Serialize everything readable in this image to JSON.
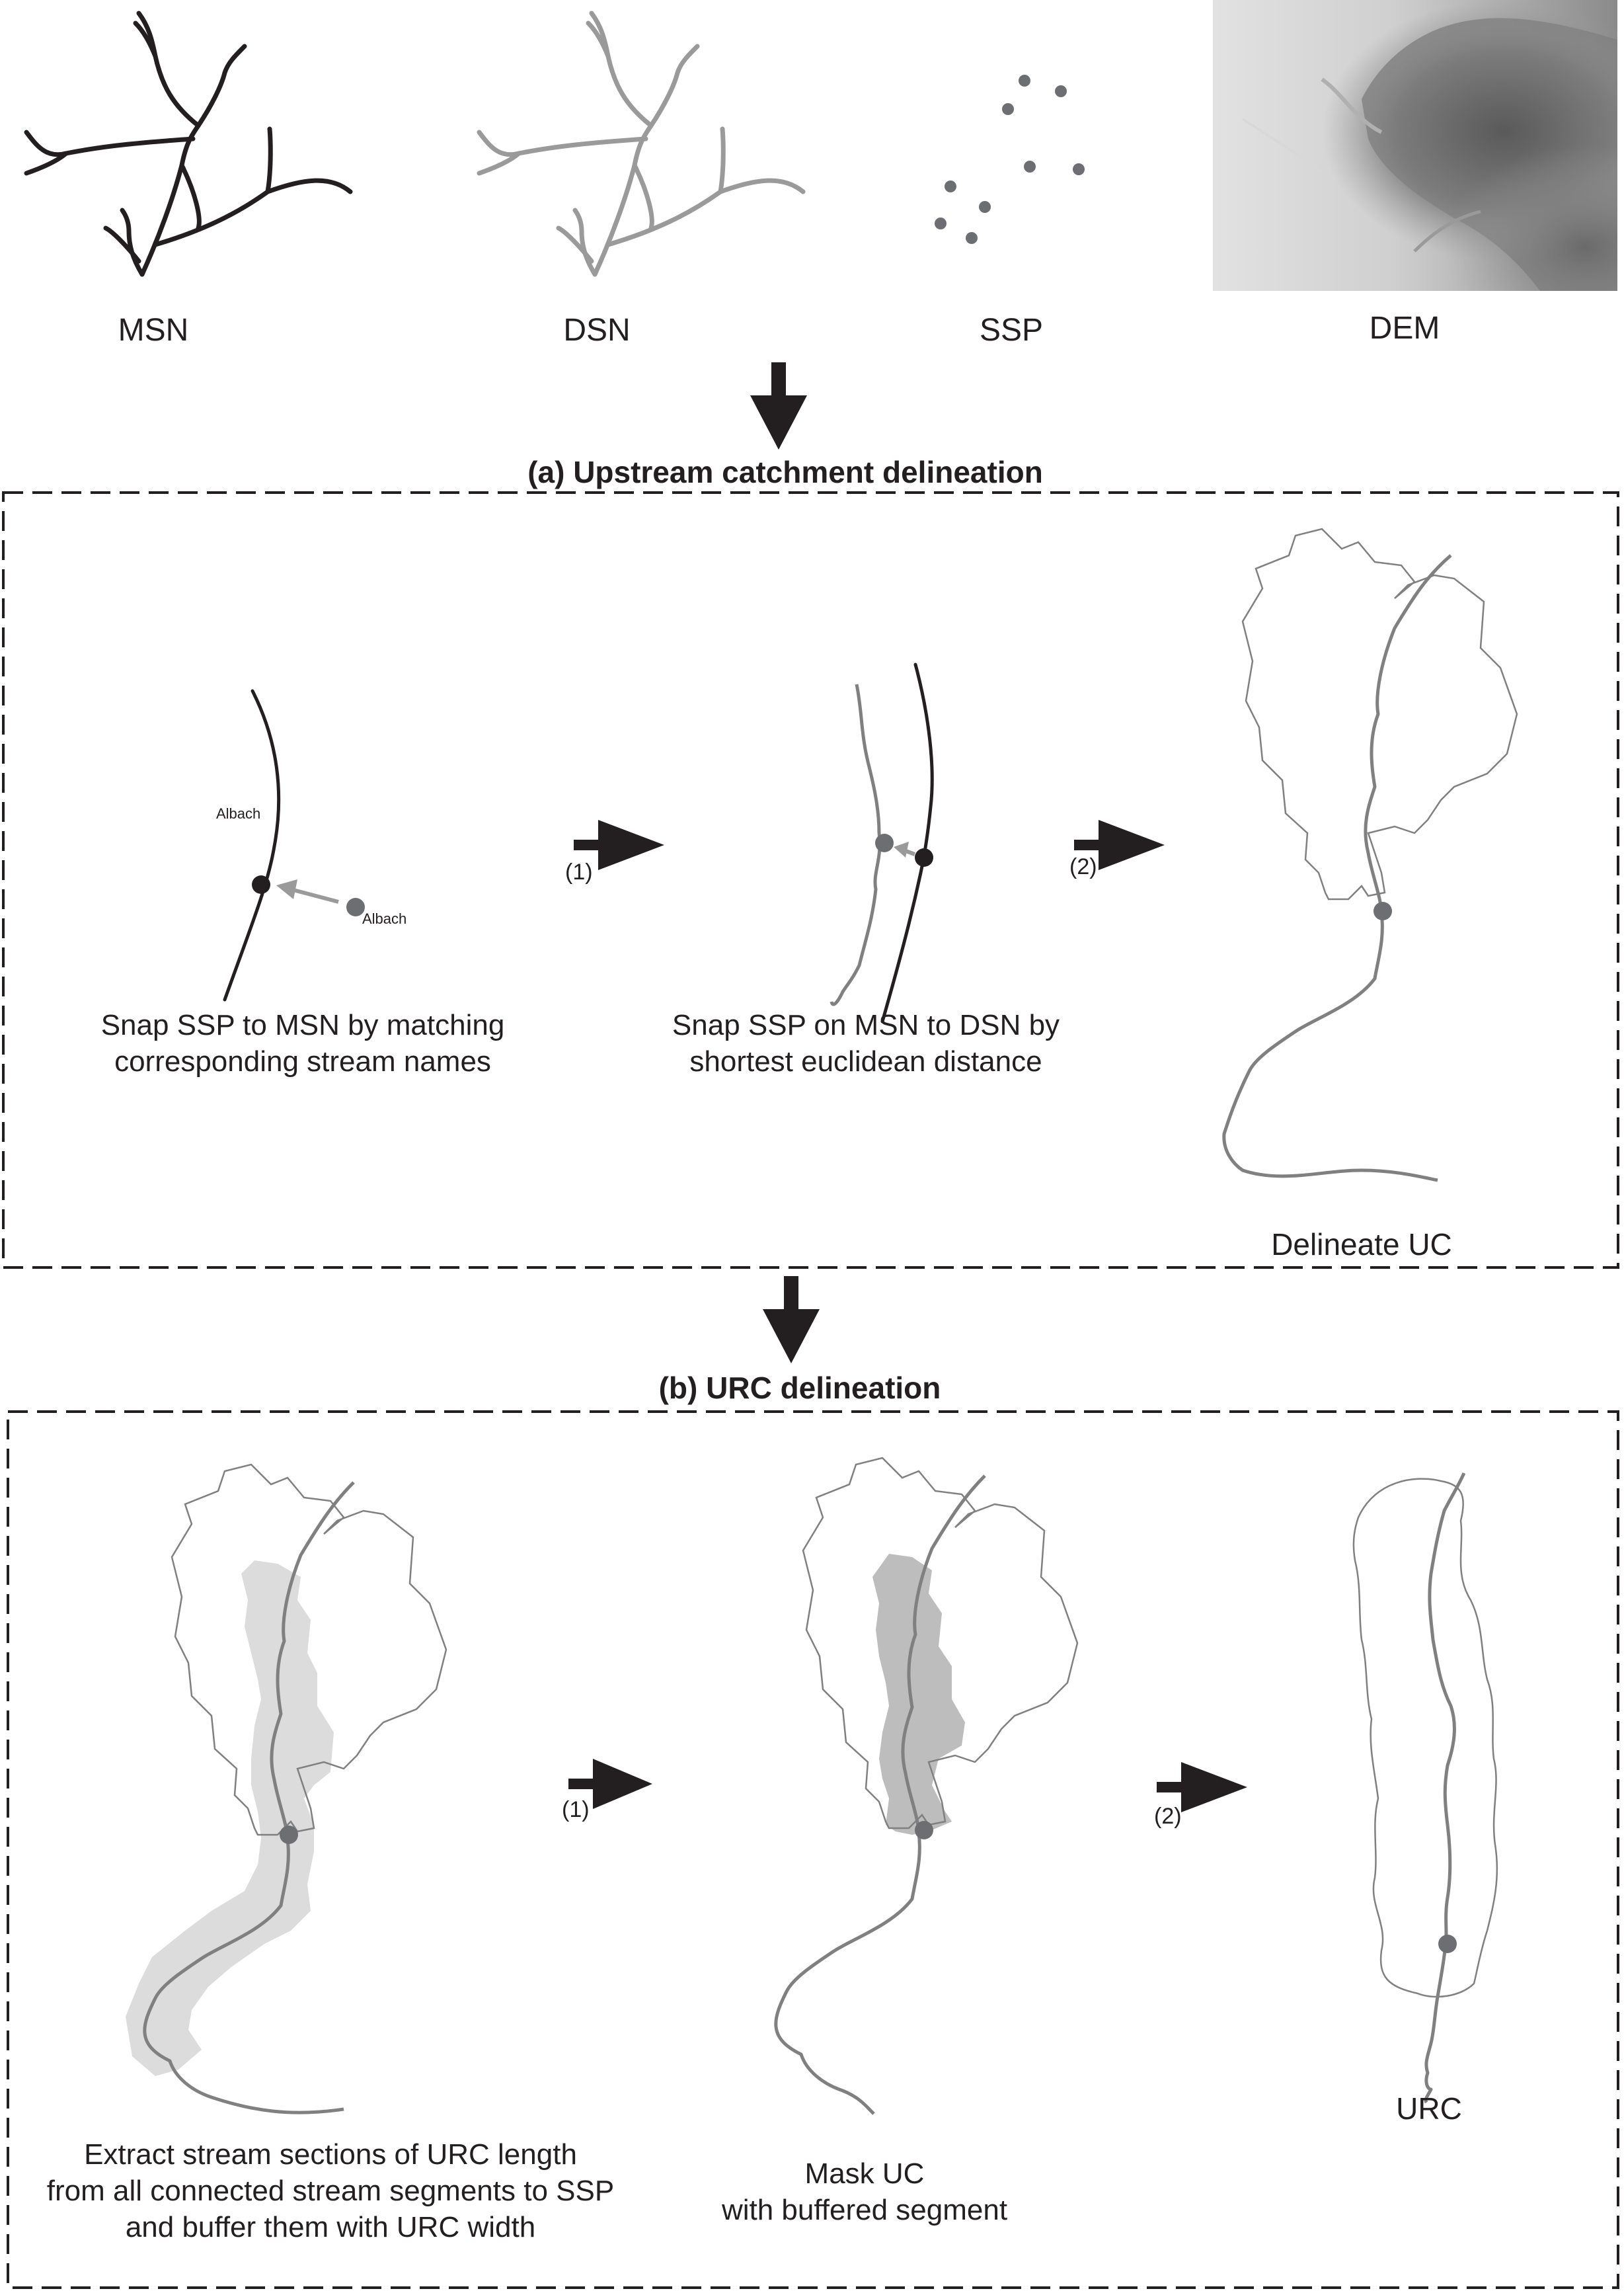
{
  "inputs": {
    "msn_label": "MSN",
    "dsn_label": "DSN",
    "ssp_label": "SSP",
    "dem_label": "DEM"
  },
  "section_a": {
    "title": "(a) Upstream catchment delineation",
    "stream_name_label": "Albach",
    "point_name_label": "Albach",
    "step1_label": "(1)",
    "step2_label": "(2)",
    "step1_caption_line1": "Snap SSP to MSN by matching",
    "step1_caption_line2": "corresponding stream names",
    "step2_caption_line1": "Snap SSP on MSN to DSN by",
    "step2_caption_line2": "shortest euclidean distance",
    "step3_caption": "Delineate UC"
  },
  "section_b": {
    "title": "(b) URC delineation",
    "step1_label": "(1)",
    "step2_label": "(2)",
    "step1_caption_line1": "Extract stream sections of URC length",
    "step1_caption_line2": "from all connected stream segments to SSP",
    "step1_caption_line3": "and buffer them with URC width",
    "step2_caption_line1": "Mask UC",
    "step2_caption_line2": "with buffered segment",
    "step3_caption": "URC"
  },
  "colors": {
    "msn_line": "#231f20",
    "dsn_line": "#9a9a9a",
    "catchment_stream": "#808080",
    "ssp_point": "#6d6e71",
    "buffer_light": "#dcdcdc",
    "buffer_dark": "#bdbdbd",
    "arrow": "#231f20"
  }
}
